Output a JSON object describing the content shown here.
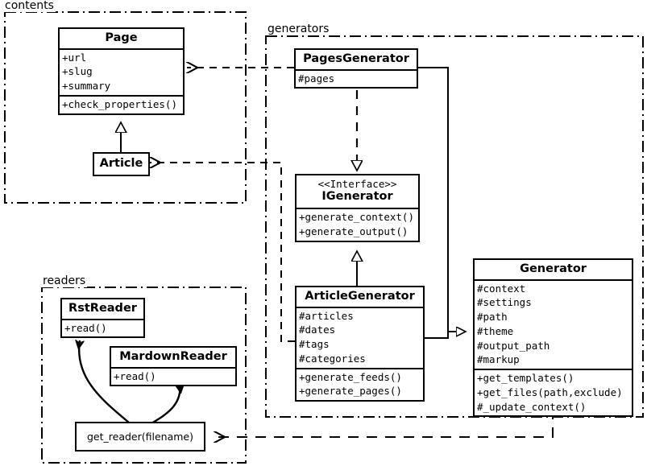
{
  "diagram": {
    "type": "uml-class-diagram",
    "title": "Pelican static site generator class diagram",
    "stroke_color": "#000000",
    "background_color": "#ffffff"
  },
  "packages": [
    {
      "id": "contents",
      "label": "contents"
    },
    {
      "id": "generators",
      "label": "generators"
    },
    {
      "id": "readers",
      "label": "readers"
    }
  ],
  "classes": {
    "page": {
      "name": "Page",
      "attributes": [
        "+url",
        "+slug",
        "+summary"
      ],
      "methods": [
        "+check_properties()"
      ]
    },
    "article": {
      "name": "Article",
      "attributes": [],
      "methods": []
    },
    "pages_generator": {
      "name": "PagesGenerator",
      "attributes": [
        "#pages"
      ],
      "methods": []
    },
    "igenerator": {
      "stereotype": "<<Interface>>",
      "name": "IGenerator",
      "attributes": [],
      "methods": [
        "+generate_context()",
        "+generate_output()"
      ]
    },
    "article_generator": {
      "name": "ArticleGenerator",
      "attributes": [
        "#articles",
        "#dates",
        "#tags",
        "#categories"
      ],
      "methods": [
        "+generate_feeds()",
        "+generate_pages()"
      ]
    },
    "generator": {
      "name": "Generator",
      "attributes": [
        "#context",
        "#settings",
        "#path",
        "#theme",
        "#output_path",
        "#markup"
      ],
      "methods": [
        "+get_templates()",
        "+get_files(path,exclude)",
        "#_update_context()"
      ]
    },
    "rst_reader": {
      "name": "RstReader",
      "attributes": [],
      "methods": [
        "+read()"
      ]
    },
    "mardown_reader": {
      "name": "MardownReader",
      "attributes": [],
      "methods": [
        "+read()"
      ]
    },
    "get_reader": {
      "name": "get_reader(filename)"
    }
  },
  "relationships": [
    {
      "from": "article",
      "to": "page",
      "kind": "generalization"
    },
    {
      "from": "pages_generator",
      "to": "page",
      "kind": "dependency"
    },
    {
      "from": "article_generator",
      "to": "article",
      "kind": "dependency"
    },
    {
      "from": "pages_generator",
      "to": "igenerator",
      "kind": "realization"
    },
    {
      "from": "article_generator",
      "to": "igenerator",
      "kind": "generalization"
    },
    {
      "from": "pages_generator",
      "to": "generator",
      "kind": "generalization"
    },
    {
      "from": "article_generator",
      "to": "generator",
      "kind": "generalization"
    },
    {
      "from": "generator",
      "to": "get_reader",
      "kind": "dependency"
    },
    {
      "from": "get_reader",
      "to": "rst_reader",
      "kind": "creates"
    },
    {
      "from": "get_reader",
      "to": "mardown_reader",
      "kind": "creates"
    }
  ]
}
